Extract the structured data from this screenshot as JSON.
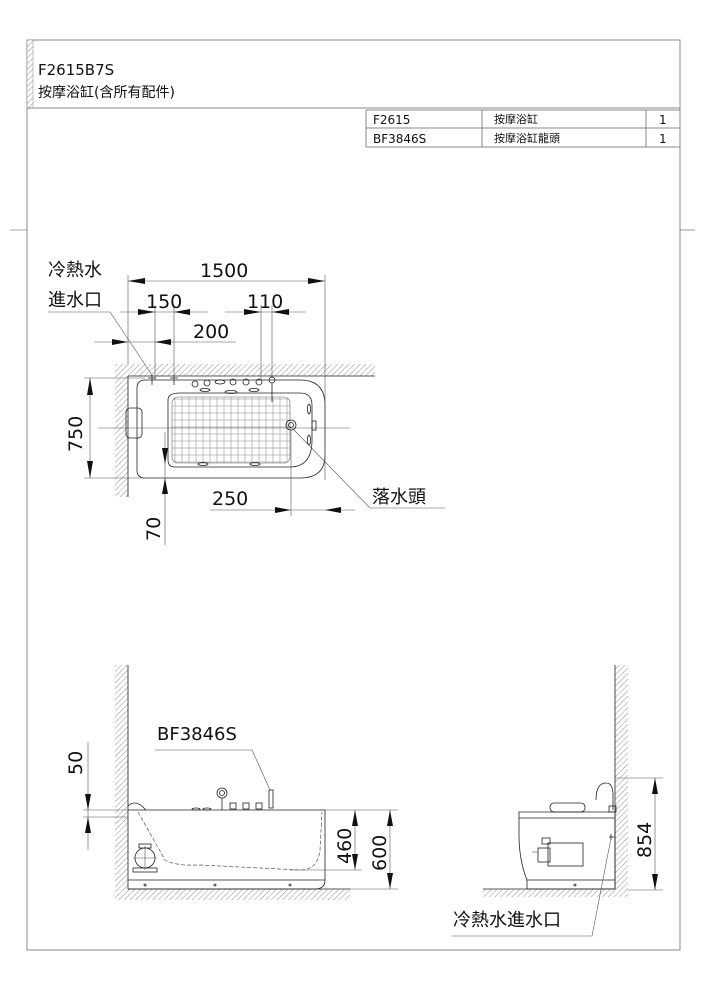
{
  "header": {
    "model": "F2615B7S",
    "description": "按摩浴缸(含所有配件)"
  },
  "parts_table": [
    {
      "code": "F2615",
      "name": "按摩浴缸",
      "qty": "1"
    },
    {
      "code": "BF3846S",
      "name": "按摩浴缸龍頭",
      "qty": "1"
    }
  ],
  "plan_view": {
    "inlet_label_line1": "冷熱水",
    "inlet_label_line2": "進水口",
    "dim_length": "1500",
    "dim_inlet_spacing": "150",
    "dim_faucet_offset": "110",
    "dim_inlet_offset": "200",
    "dim_width": "750",
    "dim_drain_offset": "250",
    "dim_edge_offset": "70",
    "drain_label": "落水頭"
  },
  "side_view": {
    "faucet_label": "BF3846S",
    "dim_rim": "50",
    "dim_depth": "460",
    "dim_height": "600"
  },
  "end_view": {
    "dim_inlet_height": "854",
    "inlet_label": "冷熱水進水口"
  }
}
